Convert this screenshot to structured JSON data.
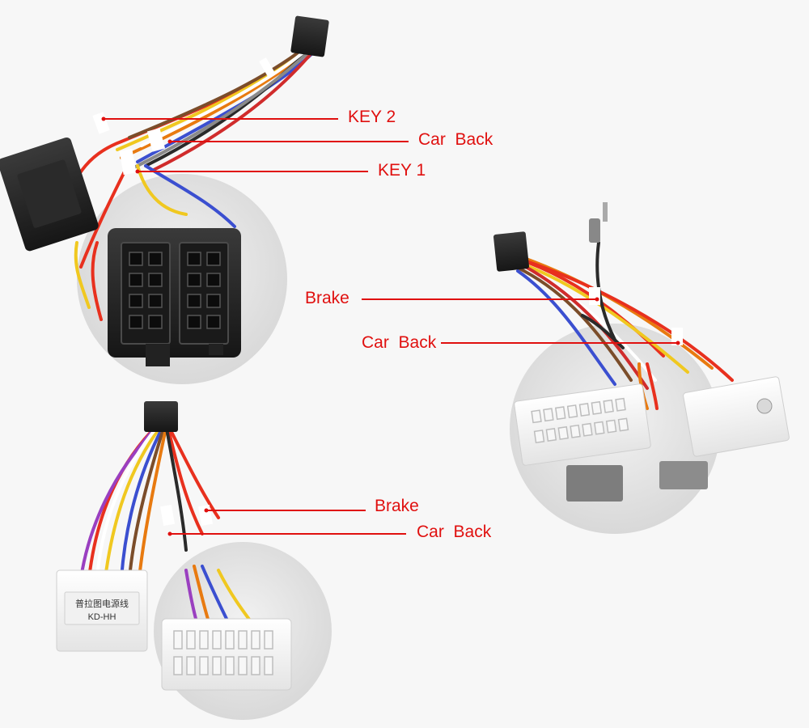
{
  "labels": {
    "top_key2": "KEY 2",
    "top_car_back": "Car  Back",
    "top_key1": "KEY 1",
    "right_brake": "Brake",
    "right_car_back": "Car  Back",
    "bottom_brake": "Brake",
    "bottom_car_back": "Car  Back"
  },
  "connector_text": {
    "bottom_line1": "普拉图电源线",
    "bottom_line2": "KD-HH"
  },
  "colors": {
    "callout_red": "#e0100f",
    "background": "#f7f7f7"
  }
}
